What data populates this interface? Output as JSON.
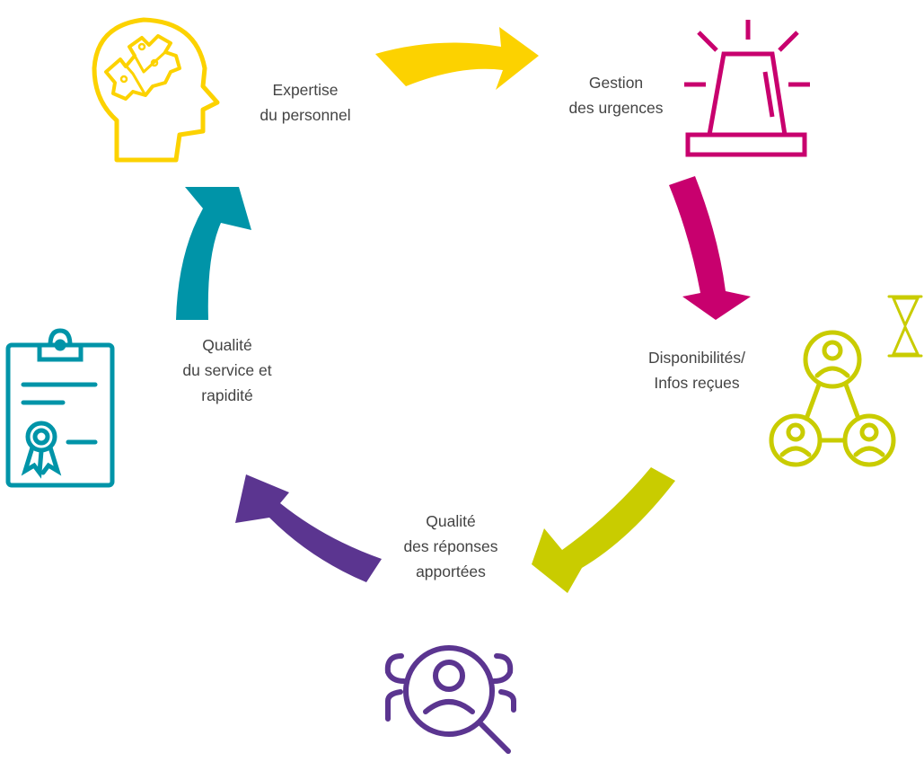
{
  "colors": {
    "yellow": "#FCD200",
    "magenta": "#C8006E",
    "lime": "#C9CC00",
    "purple": "#5B3590",
    "teal": "#0094A8",
    "text": "#444444"
  },
  "steps": [
    {
      "id": "expertise",
      "icon": "head-puzzle-icon",
      "color": "yellow",
      "label_lines": [
        "Expertise",
        "du personnel"
      ]
    },
    {
      "id": "urgences",
      "icon": "alarm-light-icon",
      "color": "magenta",
      "label_lines": [
        "Gestion",
        "des urgences"
      ]
    },
    {
      "id": "disponibilites",
      "icon": "people-network-hourglass-icon",
      "color": "lime",
      "label_lines": [
        "Disponibilités/",
        "Infos reçues"
      ]
    },
    {
      "id": "reponses",
      "icon": "team-magnifier-icon",
      "color": "purple",
      "label_lines": [
        "Qualité",
        "des réponses",
        "apportées"
      ]
    },
    {
      "id": "service",
      "icon": "clipboard-certificate-icon",
      "color": "teal",
      "label_lines": [
        "Qualité",
        "du service et",
        "rapidité"
      ]
    }
  ],
  "arrows": [
    {
      "from": "expertise",
      "to": "urgences",
      "color": "yellow"
    },
    {
      "from": "urgences",
      "to": "disponibilites",
      "color": "magenta"
    },
    {
      "from": "disponibilites",
      "to": "reponses",
      "color": "lime"
    },
    {
      "from": "reponses",
      "to": "service",
      "color": "purple"
    },
    {
      "from": "service",
      "to": "expertise",
      "color": "teal"
    }
  ]
}
